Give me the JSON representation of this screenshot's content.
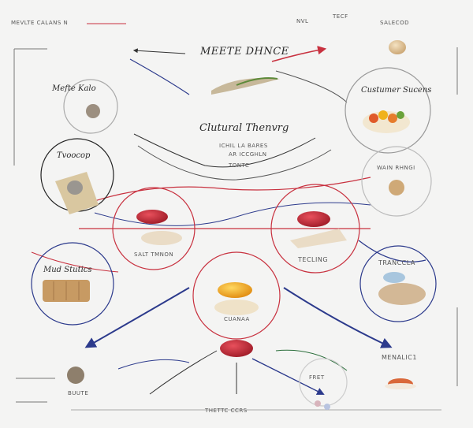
{
  "header": {
    "top_left": "MEVLTE CALANS N",
    "top_center_a": "NVL",
    "top_center_b": "TECF",
    "top_right": "SALECOD"
  },
  "title": "MEETE DHNCE",
  "subtitle": "Clutural Thenvrg",
  "subnote_lines": [
    "ICHIL LA BARES",
    "AR ICCGHLN",
    "TONTC"
  ],
  "nodes": [
    {
      "id": "mefte",
      "label": "Mefte Kalo"
    },
    {
      "id": "tvoocop",
      "label": "Tvoocop"
    },
    {
      "id": "custumer",
      "label": "Custumer Sucens"
    },
    {
      "id": "wain",
      "label": "WAIN RHNGI"
    },
    {
      "id": "salt",
      "label": "SALT TMNON"
    },
    {
      "id": "tecling",
      "label": "TECLING"
    },
    {
      "id": "mud",
      "label": "Mud Stutics"
    },
    {
      "id": "trancola",
      "label": "TRANCCLA"
    },
    {
      "id": "cuanaa",
      "label": "CUANAA"
    },
    {
      "id": "menalic",
      "label": "MENALIC1"
    },
    {
      "id": "left_bottom",
      "label": "BUUTE"
    },
    {
      "id": "fret",
      "label": "FRET"
    }
  ],
  "footer": {
    "bottom_center": "THETTC CCRS"
  },
  "colors": {
    "accent_red": "#c8313f",
    "accent_blue": "#2c3a8c",
    "gold": "#f0b21c"
  }
}
